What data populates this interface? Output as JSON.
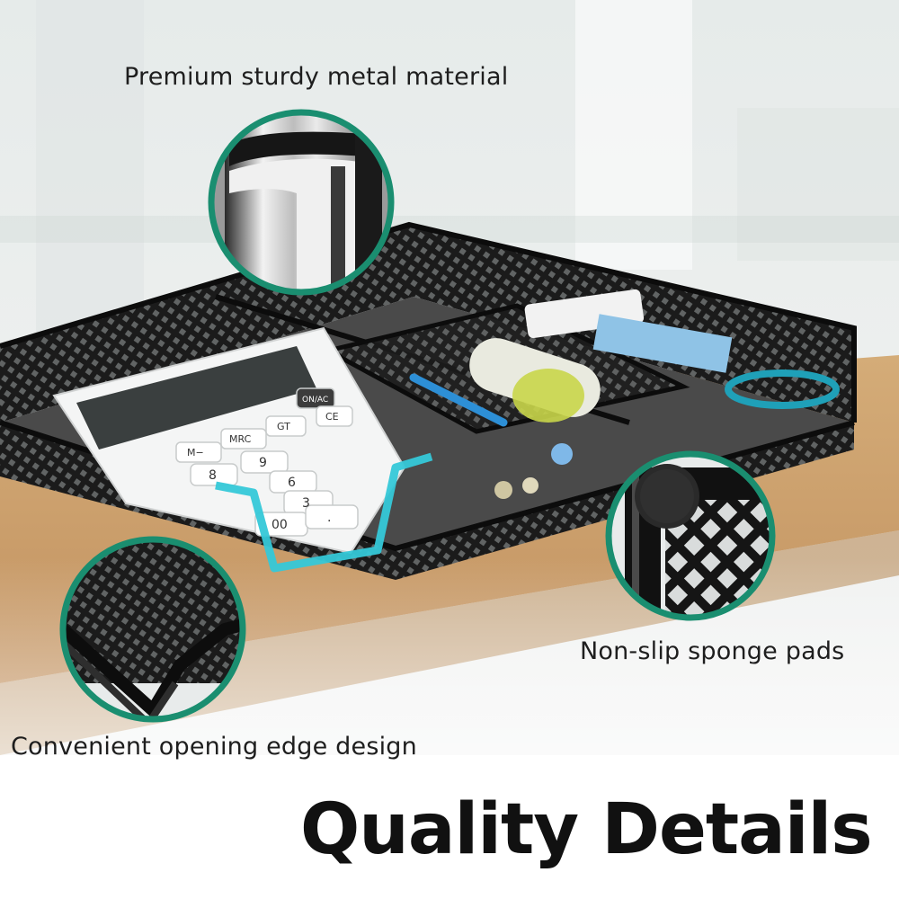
{
  "callouts": {
    "material": "Premium sturdy metal material",
    "pads": "Non-slip sponge pads",
    "edge": "Convenient opening edge design"
  },
  "headline": "Quality Details",
  "calculator_keys": [
    "ON/AC",
    "CE",
    "GT",
    "MRC",
    "M−",
    "8",
    "9",
    "6",
    "3",
    "00",
    "."
  ],
  "colors": {
    "accent_ring": "#1a8e70",
    "highlight": "#35c8d8",
    "mesh": "#141414",
    "desk": "#c99e6a"
  }
}
